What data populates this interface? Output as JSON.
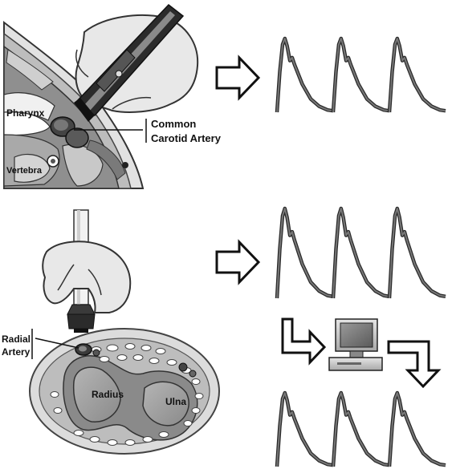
{
  "labels": {
    "pharynx": "Pharynx",
    "vertebra": "Vertebra",
    "common_carotid_line1": "Common",
    "common_carotid_line2": "Carotid Artery",
    "radial_artery_line1": "Radial",
    "radial_artery_line2": "Artery",
    "radius": "Radius",
    "ulna": "Ulna"
  },
  "colors": {
    "waveform_stroke": "#777777",
    "waveform_outline": "#2a2a2a",
    "tissue_light": "#d8d8d8",
    "tissue_mid": "#9c9c9c",
    "tissue_dark": "#5f5f5f",
    "probe_dark": "#2b2b2b",
    "skin": "#e8e8e8"
  },
  "icons": {
    "arrow_right": "hollow-right-arrow-icon",
    "arrow_down_right": "hollow-elbow-arrow-icon",
    "arrow_right_down": "hollow-elbow-down-arrow-icon",
    "computer": "computer-icon",
    "tonometer_pen": "tonometer-pen-icon",
    "tonometer_probe": "tonometer-probe-icon",
    "hand": "hand-icon"
  }
}
